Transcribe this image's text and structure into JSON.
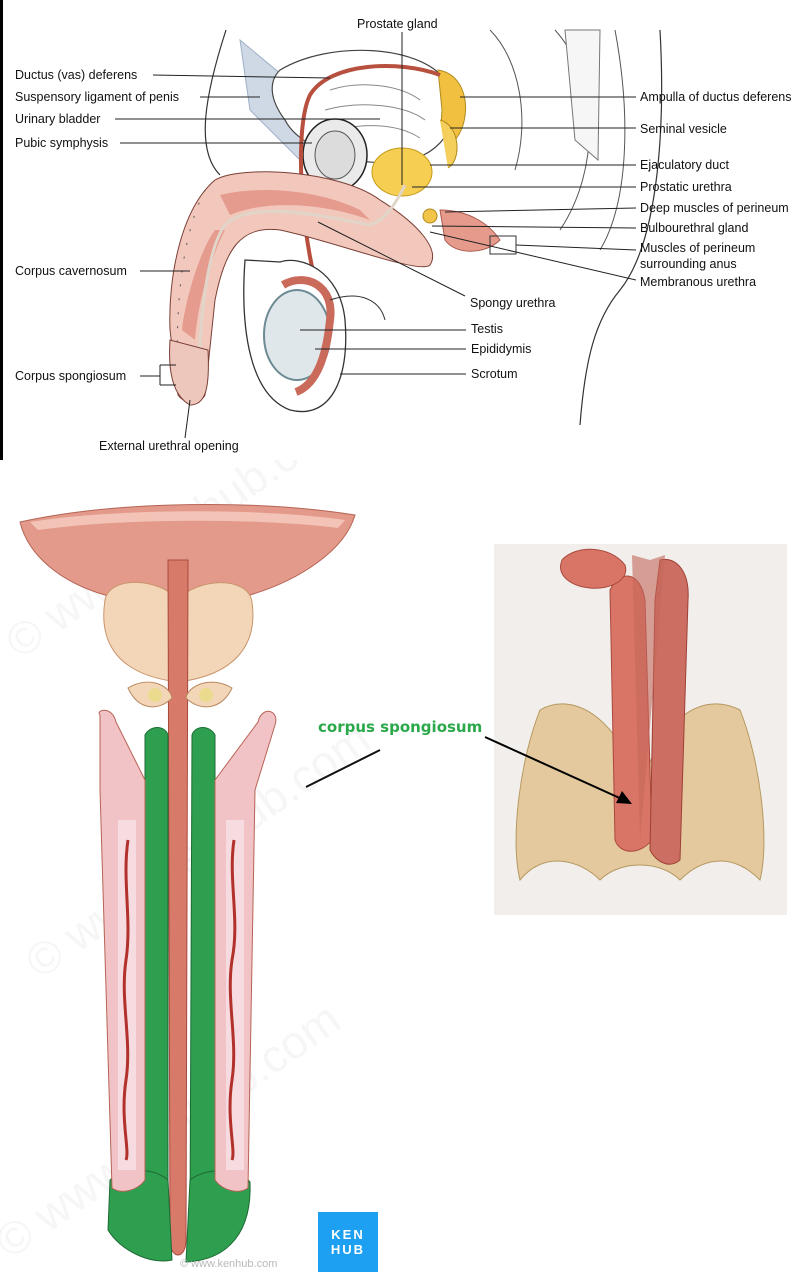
{
  "top_labels": {
    "prostate_gland": "Prostate gland",
    "ductus_deferens": "Ductus (vas) deferens",
    "suspensory_ligament": "Suspensory ligament of penis",
    "urinary_bladder": "Urinary bladder",
    "pubic_symphysis": "Pubic symphysis",
    "corpus_cavernosum": "Corpus cavernosum",
    "corpus_spongiosum": "Corpus spongiosum",
    "external_urethral_opening": "External urethral opening",
    "ampulla": "Ampulla of ductus deferens",
    "seminal_vesicle": "Seminal vesicle",
    "ejaculatory_duct": "Ejaculatory duct",
    "prostatic_urethra": "Prostatic urethra",
    "deep_muscles": "Deep muscles of perineum",
    "bulbourethral_gland": "Bulbourethral gland",
    "muscles_anus_1": "Muscles of perineum",
    "muscles_anus_2": "surrounding anus",
    "membranous_urethra": "Membranous urethra",
    "spongy_urethra": "Spongy urethra",
    "testis": "Testis",
    "epididymis": "Epididymis",
    "scrotum": "Scrotum"
  },
  "annotation": {
    "corpus_spongiosum_label": "corpus spongiosum",
    "label_color": "#2aa84a"
  },
  "branding": {
    "logo_line1": "KEN",
    "logo_line2": "HUB",
    "url": "© www.kenhub.com",
    "watermark": "© www.kenhub.com",
    "logo_color": "#1da0f2"
  },
  "colors": {
    "tissue_pink": "#f3c2b6",
    "tissue_red": "#c9645a",
    "highlight_green": "#2e9e4f",
    "gland_yellow": "#f3c44a"
  }
}
